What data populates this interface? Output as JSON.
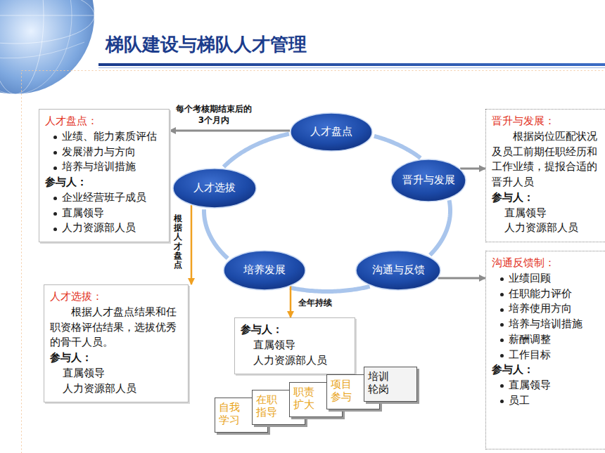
{
  "diagram": {
    "title": "梯队建设与梯队人才管理",
    "nodes": [
      {
        "text": [
          "人才盘点"
        ]
      },
      {
        "text": [
          "晋升与发展"
        ]
      },
      {
        "text": [
          "沟通与反馈"
        ]
      },
      {
        "text": [
          "培养发展"
        ]
      },
      {
        "text": [
          "人才选拔"
        ]
      },
      {
        "text": [
          "人才盘点：",
          "业绩、能力素质评估",
          "发展潜力与方向",
          "培养与培训措施",
          "参与人：",
          "企业经营班子成员",
          "直属领导",
          "人力资源部人员"
        ]
      },
      {
        "text": [
          "晋升与发展：",
          "根据岗位匹配状况及员工前期任职经历和工作业绩，提报合适的晋升人员",
          "参与人：",
          "直属领导",
          "人力资源部人员"
        ]
      },
      {
        "text": [
          "人才选拔：",
          "根据人才盘点结果和任职资格评估结果，选拔优秀的骨干人员。",
          "参与人：",
          "直属领导",
          "人力资源部人员"
        ]
      },
      {
        "text": [
          "沟通反馈制：",
          "业绩回顾",
          "任职能力评价",
          "培养使用方向",
          "培养与培训措施",
          "薪酬调整",
          "工作目标",
          "参与人：",
          "直属领导",
          "员工"
        ]
      },
      {
        "text": [
          "参与人：",
          "直属领导",
          "人力资源部人员"
        ]
      },
      {
        "text": [
          "自我学习"
        ]
      },
      {
        "text": [
          "在职指导"
        ]
      },
      {
        "text": [
          "职责扩大"
        ]
      },
      {
        "text": [
          "项目参与"
        ]
      },
      {
        "text": [
          "培训轮岗"
        ]
      }
    ],
    "edges": [
      {
        "from": 0,
        "to": 1,
        "arrow": "none"
      },
      {
        "from": 1,
        "to": 2,
        "arrow": "none"
      },
      {
        "from": 2,
        "to": 3,
        "arrow": "none"
      },
      {
        "from": 3,
        "to": 4,
        "arrow": "none"
      },
      {
        "from": 4,
        "to": 0,
        "arrow": "none"
      },
      {
        "from": 0,
        "to": 5,
        "label": "每个考核期结束后的3个月内",
        "arrow": "to"
      },
      {
        "from": 1,
        "to": 6,
        "arrow": "to"
      },
      {
        "from": 4,
        "to": 7,
        "label": "根据人才盘点",
        "arrow": "to"
      },
      {
        "from": 2,
        "to": 8,
        "arrow": "to"
      },
      {
        "from": 3,
        "to": 9,
        "label": "全年持续",
        "arrow": "to"
      }
    ]
  }
}
